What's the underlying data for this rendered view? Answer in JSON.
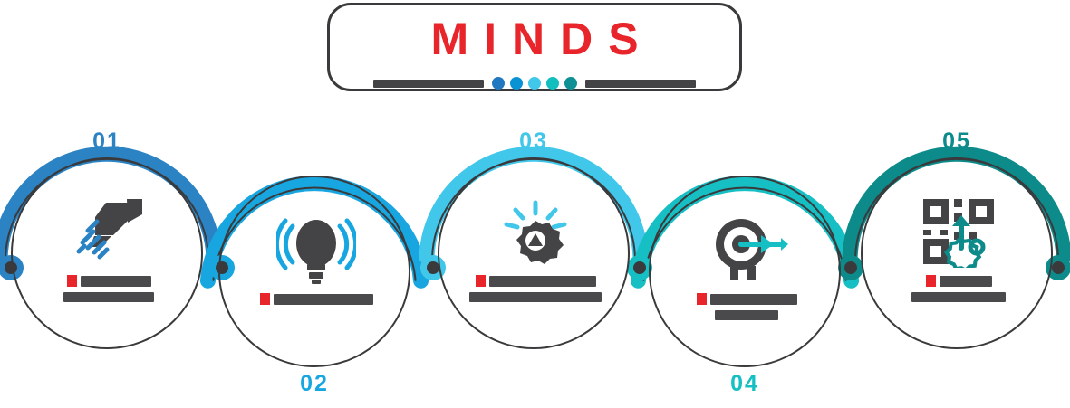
{
  "header": {
    "brand": "MINDS",
    "left_bar": "",
    "right_bar": "",
    "dot_colors": [
      "#2079c0",
      "#0a93d4",
      "#41c7ea",
      "#11bfbf",
      "#0f9095"
    ]
  },
  "accent_colors": {
    "red": "#e8252a",
    "dark": "#3a3a3c",
    "blue_1": "#2b83c4",
    "blue_2": "#18a6e0",
    "blue_3": "#41c7ea",
    "teal_1": "#16bfc4",
    "teal_2": "#0d8b8b"
  },
  "steps": [
    {
      "number": "01",
      "number_color": "#2b83c4",
      "number_position": "top",
      "icon": "rocket-icon",
      "icon_accent": "#2b83c4",
      "title_bar_width": 78,
      "body_bar_width": 100,
      "arc_color": "#2b83c4"
    },
    {
      "number": "02",
      "number_color": "#18a6e0",
      "number_position": "bottom",
      "icon": "lightbulb-signal-icon",
      "icon_accent": "#18a6e0",
      "title_bar_width": 110,
      "body_bar_width": 0,
      "arc_color": "#18a6e0"
    },
    {
      "number": "03",
      "number_color": "#41c7ea",
      "number_position": "top",
      "icon": "gear-idea-icon",
      "icon_accent": "#41c7ea",
      "title_bar_width": 118,
      "body_bar_width": 146,
      "arc_color": "#41c7ea"
    },
    {
      "number": "04",
      "number_color": "#16bfc4",
      "number_position": "bottom",
      "icon": "target-arrow-icon",
      "icon_accent": "#16bfc4",
      "title_bar_width": 96,
      "body_bar_width": 70,
      "arc_color": "#16bfc4"
    },
    {
      "number": "05",
      "number_color": "#0d8b8b",
      "number_position": "top",
      "icon": "qr-settings-icon",
      "icon_accent": "#0d8b8b",
      "title_bar_width": 58,
      "body_bar_width": 104,
      "arc_color": "#0d8b8b"
    }
  ]
}
